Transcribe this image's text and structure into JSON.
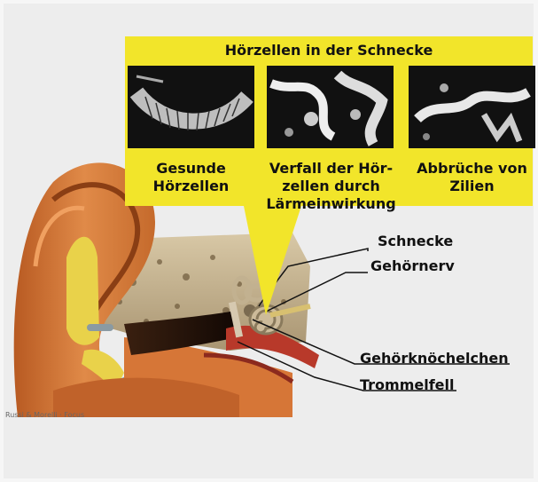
{
  "figure": {
    "title": "Hörzellen in der Schnecke",
    "panels": [
      {
        "caption_line1": "Gesunde",
        "caption_line2": "Hörzellen",
        "caption_line3": ""
      },
      {
        "caption_line1": "Verfall der Hör-",
        "caption_line2": "zellen durch",
        "caption_line3": "Lärmeinwirkung"
      },
      {
        "caption_line1": "Abbrüche von",
        "caption_line2": "Zilien",
        "caption_line3": ""
      }
    ],
    "labels": {
      "schnecke": "Schnecke",
      "gehoernerv": "Gehörnerv",
      "gehoerknoechelchen": "Gehörknöchelchen",
      "trommelfell": "Trommelfell"
    },
    "credit": "Russi & Morelli · Focus",
    "colors": {
      "yellow": "#f2e52a",
      "skin": "#d9763a",
      "bone": "#cdbb9a",
      "muscle": "#b8392a"
    }
  }
}
